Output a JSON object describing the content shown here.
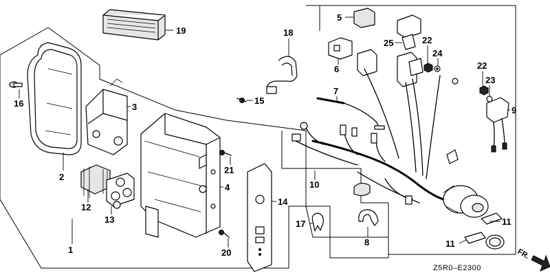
{
  "diagram_code": "Z5R0–E2300",
  "direction_marker": "FR.",
  "callouts": {
    "c1": "1",
    "c2": "2",
    "c3": "3",
    "c4": "4",
    "c5": "5",
    "c6": "6",
    "c7": "7",
    "c8": "8",
    "c9": "9",
    "c10": "10",
    "c11a": "11",
    "c11b": "11",
    "c12": "12",
    "c13": "13",
    "c14": "14",
    "c15": "15",
    "c16": "16",
    "c17": "17",
    "c18": "18",
    "c19": "19",
    "c20": "20",
    "c21": "21",
    "c22a": "22",
    "c22b": "22",
    "c23": "23",
    "c24": "24",
    "c25": "25"
  }
}
